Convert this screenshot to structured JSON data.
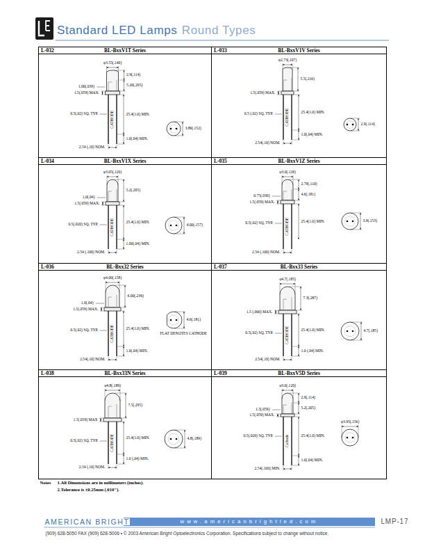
{
  "diagram": {
    "title": "Standard LED Lamps",
    "nodes": [
      {
        "text": [
          "L-032",
          "BL-BxxV1T Series"
        ]
      },
      {
        "text": [
          "L-033",
          "BL-BxxV1V Series"
        ]
      },
      {
        "text": [
          "L-034",
          "BL-BxxV1X Series"
        ]
      },
      {
        "text": [
          "L-035",
          "BL-BxxV1Z Series"
        ]
      },
      {
        "text": [
          "L-036",
          "BL-Bxx32 Series"
        ]
      },
      {
        "text": [
          "L-037",
          "BL-Bxx33 Series"
        ]
      },
      {
        "text": [
          "L-038",
          "BL-Bxx33N Series"
        ]
      },
      {
        "text": [
          "L-039",
          "BL-BxxV5D Series"
        ]
      }
    ],
    "labels": [
      "Round Types",
      "φ3.55(.140)",
      "2.9(.114)",
      "5.20(.205)",
      "1.00(.039)",
      "1.5(.059) MAX.",
      "25.4(1.0) MIN.",
      "0.5(.02) SQ. TYP.",
      "CATHODE",
      "3.86(.152)",
      "1.0(.04) MIN.",
      "2.54 (.10) NOM.",
      "φ2.73(.107)",
      "5.5(.216)",
      "1.5(.059) MAX.",
      "25.4(1.0) MIN.",
      "0.5 (.02) SQ. TYP.",
      "CATHODE",
      "2.9(.114)",
      "1.0(.04) MIN.",
      "2.54(.10) NOM.",
      "φ3.05(.120)",
      "5.2(.205)",
      "1.0(.04)",
      "1.5(.059) MAX.",
      "25.4(1.0) MIN.",
      "4.00(.157)",
      "0.5(.020) SQ. TYP.",
      "CATHODE",
      "1.00(.04) MIN.",
      "2.54 (.100) NOM.",
      "φ3.0(.118)",
      "2.79(.110)",
      "4.6(.181)",
      "0.75(.030)",
      "1.5(.059) MAX.",
      "25.4(1.0) MIN.",
      "3.9(.153)",
      "0.5(.02) SQ. TYP.",
      "CATHODE",
      "2.54 (.100) NOM.",
      "φ4.00(.158)",
      "6.00(.236)",
      "1.0(.04)",
      "1.5(.059) MAX.",
      "25.4(1.0) MIN.",
      "4.6(.181)",
      "0.5(.02) SQ. TYP.",
      "CATHODE",
      "FLAT DENOTES CATHODE",
      "1.0(.04) MIN.",
      "2.54(.10) NOM.",
      "φ4.7(.185)",
      "7.3(.287)",
      "1.5 (.060) MAX.",
      "25.4(1.0) MIN.",
      "0.5(.02) SQ. TYP.",
      "CATHODE",
      "1.0 (.04) MIN.",
      "4.7(.185)",
      "2.54(.10) NOM.",
      "φ4.8(.189)",
      "7.5(.295)",
      "1.5(.059) MAX",
      "25.4(1.0) MIN.",
      "0.5(.02) SQ. TYP.",
      "CATHODE",
      "1.0 (.04) MIN.",
      "4.8(.189)",
      "2.54 (.10) NOM.",
      "φ3.0(.120)",
      "2.9(.114)",
      "5.2(.205)",
      "1.5(.059)",
      "1.5(.059) MAX.",
      "25.4(1.0) MIN.",
      "0.5(.020) SQ. TYP.",
      "Cathode",
      "1.0(.04) MIN.",
      "φ3.95(.156)",
      "2.54(.100) MIN.",
      "Notes",
      "1.All Dimensions are in millimeters (inches).",
      "2.Tolerance is ±0.25mm (.010\").",
      "AMERICAN BRIGHT",
      "www.americanbrightled.com",
      "LMP-17",
      "(909) 628-5050 FAX (909) 628-5006 • © 2003 American Bright Optoelectronics Corporation. Specifications subject to change without notice."
    ]
  }
}
